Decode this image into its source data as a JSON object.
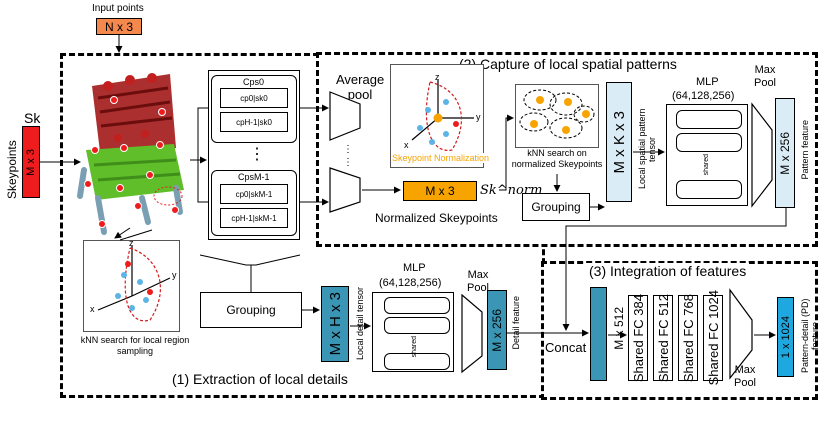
{
  "input": {
    "label": "Input points",
    "shape": "N x 3"
  },
  "skeypoints": {
    "sk": "Sk",
    "label": "Skeypoints",
    "shape": "M x 3"
  },
  "sections": {
    "local_details": "(1) Extraction of local details",
    "spatial_patterns": "(2) Capture of local spatial patterns",
    "integration": "(3) Integration of features"
  },
  "cp_groups": {
    "top_title": "Cps0",
    "bottom_title": "CpsM-1",
    "top_items": [
      "cp0|sk0",
      "cpH-1|sk0"
    ],
    "bottom_items": [
      "cp0|skM-1",
      "cpH-1|skM-1"
    ],
    "ellipsis": "⋮"
  },
  "average_pool": "Average pool",
  "skeypoint_normalization": "Skeypoint Normalization",
  "normalized": {
    "shape": "M x 3",
    "symbol": "Sk^norm",
    "label": "Normalized Skeypoints"
  },
  "knn_norm": "kNN search on normalized Skeypoints",
  "knn_local": "kNN search for local region sampling",
  "grouping": "Grouping",
  "mkx3": "M x K x 3",
  "local_spatial_tensor": "Local spatial pattern tensor",
  "mlp_label": "MLP",
  "mlp_dims": "(64,128,256)",
  "shared": "shared",
  "max_pool": "Max Pool",
  "m256": "M x 256",
  "pattern_feature": "Pattern feature",
  "mhx3": "M x H x 3",
  "local_detail_tensor": "Local detail tensor",
  "detail_feature": "Detail feature",
  "concat": "Concat",
  "m512": "M x 512",
  "fc_layers": [
    "Shared FC 384",
    "Shared FC 512",
    "Shared FC 768",
    "Shared FC 1024"
  ],
  "output_shape": "1 x 1024",
  "output_label": "Pattern-detail (PD) feature",
  "axes": {
    "x": "x",
    "y": "y",
    "z": "z"
  },
  "colors": {
    "input": "#f5884d",
    "skeypoints": "#ee1c1c",
    "normalized": "#f7a400",
    "teal": "#3a96b4",
    "light_blue": "#daecf6",
    "output": "#1fa8e0"
  }
}
